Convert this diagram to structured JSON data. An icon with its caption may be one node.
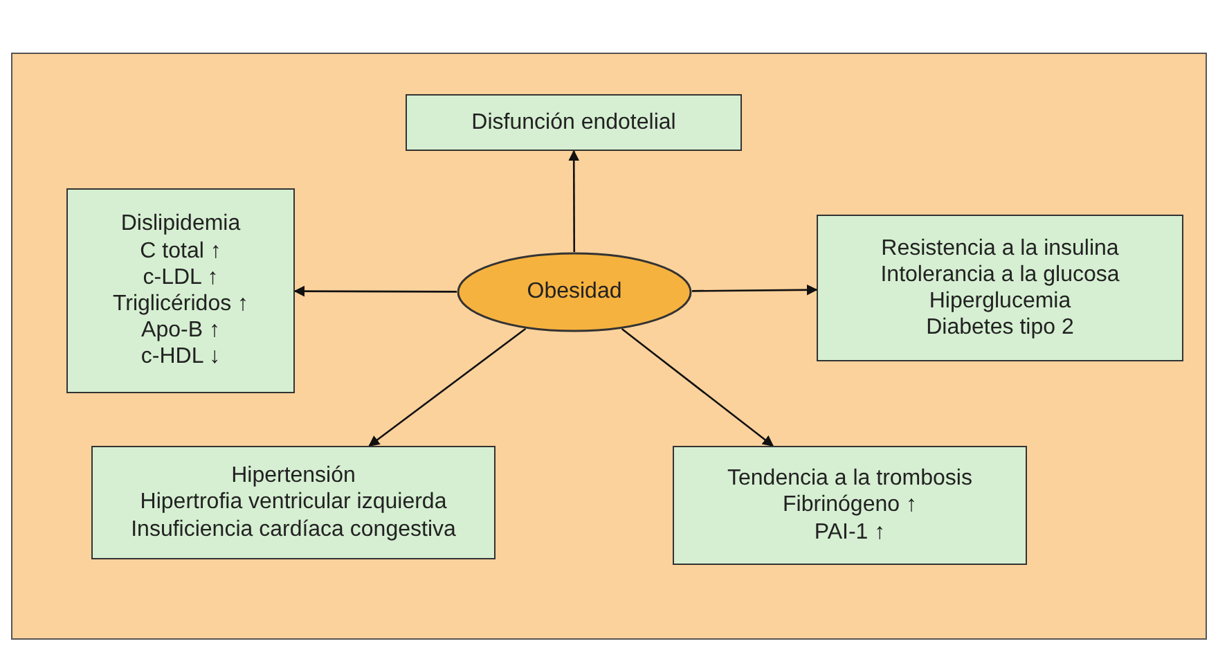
{
  "diagram": {
    "nodes": [
      {
        "text": [
          "Obesidad"
        ]
      },
      {
        "text": [
          "Disfunción endotelial"
        ]
      },
      {
        "text": [
          "Dislipidemia",
          "C total ↑",
          "c-LDL ↑",
          "Triglicéridos ↑",
          "Apo-B ↑",
          "c-HDL ↓"
        ]
      },
      {
        "text": [
          "Resistencia a la insulina",
          "Intolerancia a la glucosa",
          "Hiperglucemia",
          "Diabetes tipo 2"
        ]
      },
      {
        "text": [
          "Hipertensión",
          "Hipertrofia ventricular izquierda",
          "Insuficiencia cardíaca congestiva"
        ]
      },
      {
        "text": [
          "Tendencia a la trombosis",
          "Fibrinógeno ↑",
          "PAI-1 ↑"
        ]
      }
    ],
    "edges": [
      {
        "from": 0,
        "to": 1,
        "arrow": "to"
      },
      {
        "from": 0,
        "to": 2,
        "arrow": "to"
      },
      {
        "from": 0,
        "to": 3,
        "arrow": "to"
      },
      {
        "from": 0,
        "to": 4,
        "arrow": "to"
      },
      {
        "from": 0,
        "to": 5,
        "arrow": "to"
      }
    ]
  }
}
